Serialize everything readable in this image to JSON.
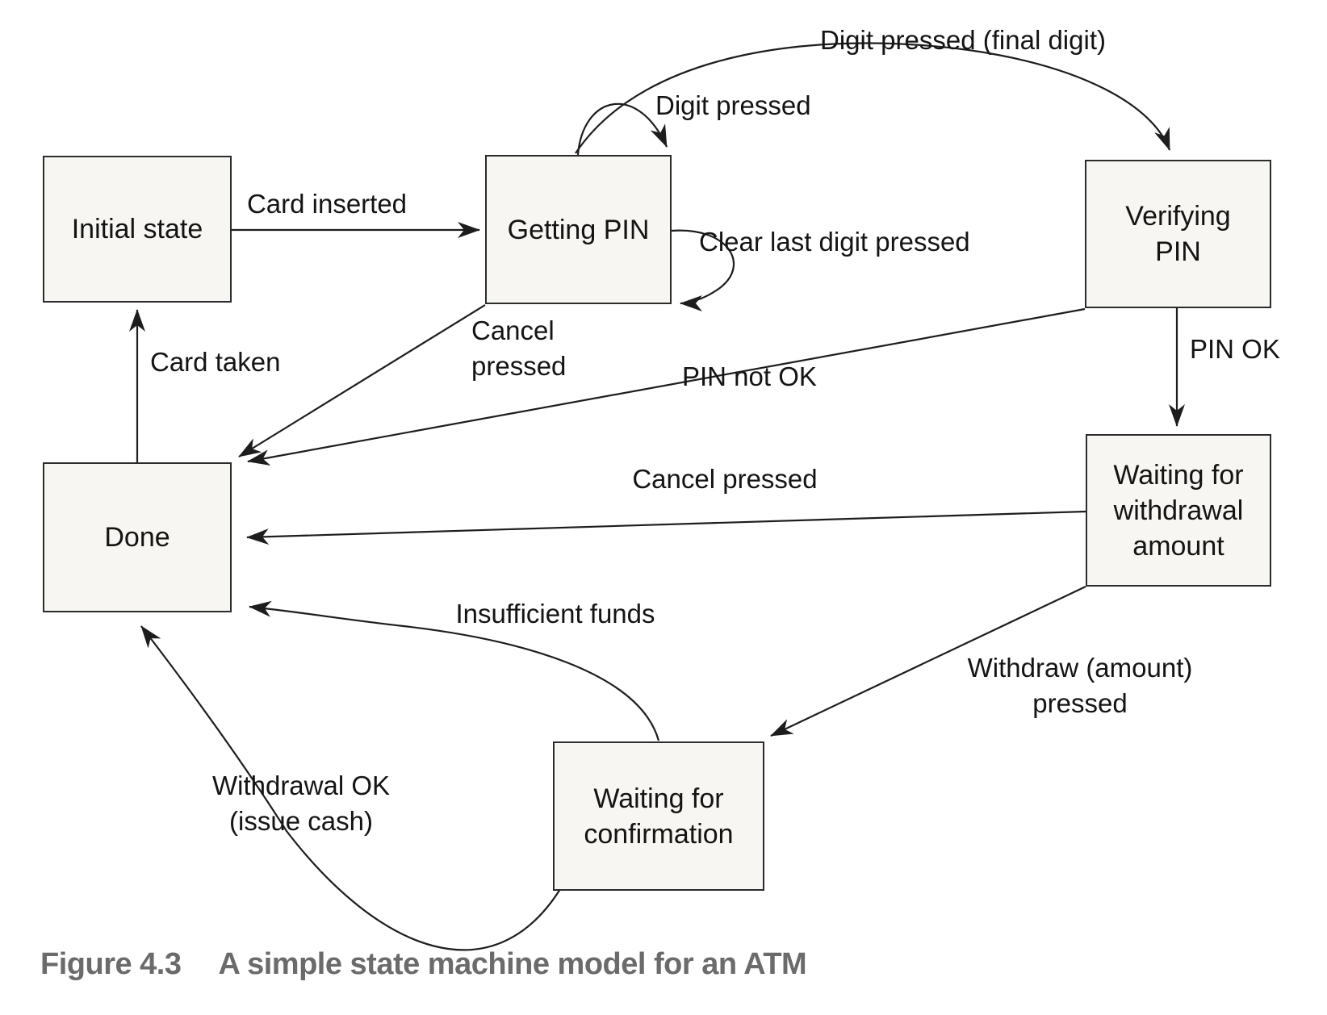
{
  "figure": {
    "label": "Figure 4.3",
    "title": "A simple state machine model for an ATM"
  },
  "diagram": {
    "type": "state-machine",
    "states": [
      {
        "id": "initial",
        "label": "Initial state"
      },
      {
        "id": "getting-pin",
        "label": "Getting PIN"
      },
      {
        "id": "verifying-pin",
        "label": "Verifying\nPIN"
      },
      {
        "id": "done",
        "label": "Done"
      },
      {
        "id": "waiting-withdrawal",
        "label": "Waiting for\nwithdrawal\namount"
      },
      {
        "id": "waiting-confirmation",
        "label": "Waiting for\nconfirmation"
      }
    ],
    "transitions": [
      {
        "from": "initial",
        "to": "getting-pin",
        "label": "Card inserted"
      },
      {
        "from": "getting-pin",
        "to": "getting-pin",
        "label": "Digit pressed"
      },
      {
        "from": "getting-pin",
        "to": "verifying-pin",
        "label": "Digit pressed (final digit)"
      },
      {
        "from": "getting-pin",
        "to": "getting-pin",
        "label": "Clear last digit pressed"
      },
      {
        "from": "getting-pin",
        "to": "done",
        "label": "Cancel\npressed"
      },
      {
        "from": "verifying-pin",
        "to": "done",
        "label": "PIN not OK"
      },
      {
        "from": "verifying-pin",
        "to": "waiting-withdrawal",
        "label": "PIN OK"
      },
      {
        "from": "waiting-withdrawal",
        "to": "done",
        "label": "Cancel pressed"
      },
      {
        "from": "waiting-withdrawal",
        "to": "waiting-confirmation",
        "label": "Withdraw (amount)\npressed"
      },
      {
        "from": "waiting-confirmation",
        "to": "done",
        "label": "Insufficient funds"
      },
      {
        "from": "waiting-confirmation",
        "to": "done",
        "label": "Withdrawal OK\n(issue cash)"
      },
      {
        "from": "done",
        "to": "initial",
        "label": "Card taken"
      }
    ]
  },
  "colors": {
    "page-bg": "#ffffff",
    "box-fill": "#f7f6f2",
    "box-border": "#2b2b2b",
    "line": "#1d1d1d",
    "ink": "#141414",
    "caption": "#6b6b6b"
  }
}
